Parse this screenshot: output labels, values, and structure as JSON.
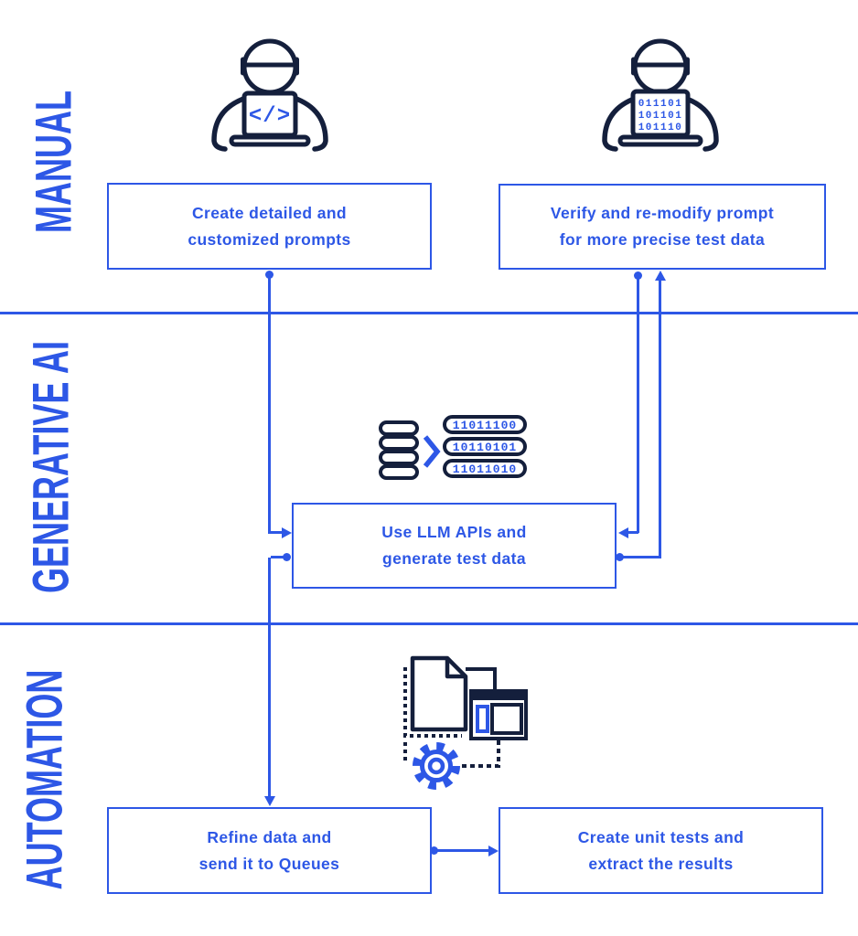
{
  "colors": {
    "accent": "#2d57e6",
    "dark": "#141f3c",
    "bg": "#ffffff"
  },
  "lanes": [
    {
      "id": "manual",
      "label": "MANUAL"
    },
    {
      "id": "generative-ai",
      "label": "GENERATIVE AI"
    },
    {
      "id": "automation",
      "label": "AUTOMATION"
    }
  ],
  "boxes": {
    "create_prompts": "Create detailed and\ncustomized prompts",
    "verify_prompt": "Verify and re-modify prompt\nfor more precise test data",
    "use_llm": "Use LLM APIs and\ngenerate test data",
    "refine_data": "Refine data and\nsend it to Queues",
    "unit_tests": "Create unit tests and\nextract the results"
  },
  "icons": {
    "laptop_code_symbol": "</>",
    "laptop_binary_rows": [
      "011101",
      "101101",
      "101110"
    ],
    "data_binary_rows": [
      "11011100",
      "10110101",
      "11011010"
    ]
  }
}
